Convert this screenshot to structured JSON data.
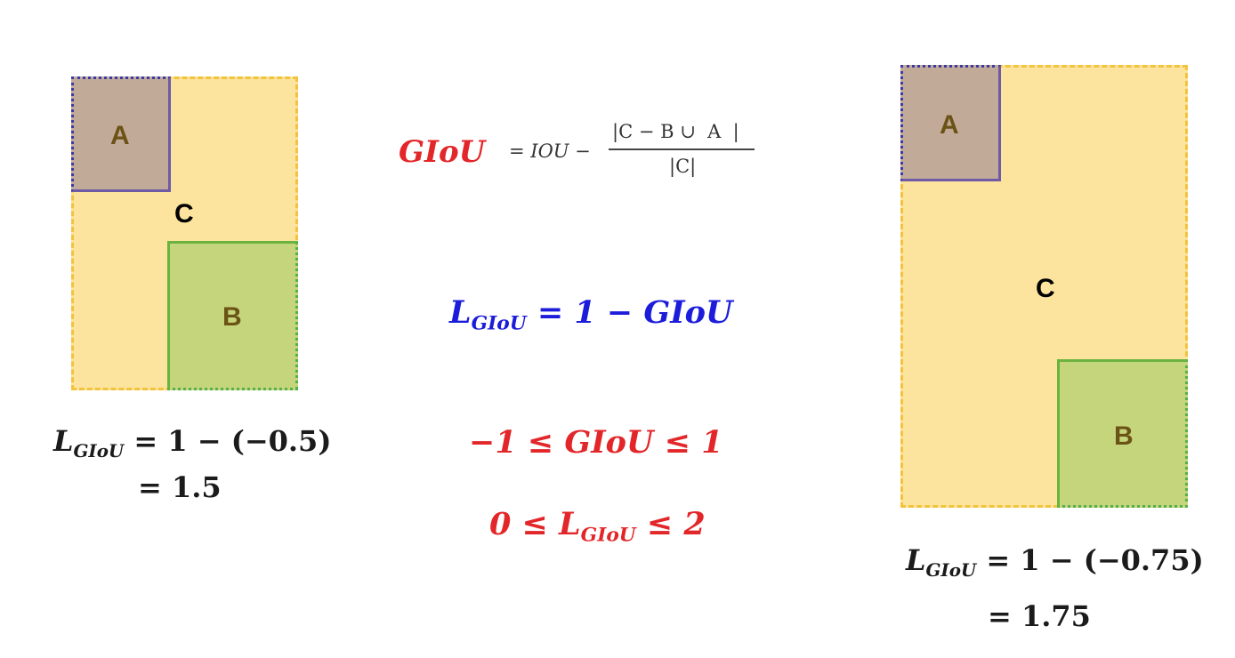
{
  "left_diagram": {
    "label_a": "A",
    "label_b": "B",
    "label_c": "C",
    "loss_line1_sub": "GIoU",
    "loss_line1_rest": " = 1 − (−0.5)",
    "loss_line2": "= 1.5"
  },
  "right_diagram": {
    "label_a": "A",
    "label_b": "B",
    "label_c": "C",
    "loss_line1_sub": "GIoU",
    "loss_line1_rest": " = 1 − (−0.75)",
    "loss_line2": "= 1.75"
  },
  "center": {
    "formula_lhs": "GIoU",
    "formula_rhs": "= IOU −",
    "formula_numerator": "|C − B ∪  A  |",
    "formula_denominator": "|C|",
    "loss_def_L": "L",
    "loss_def_sub": "GIoU",
    "loss_def_rest": " = 1 − GIoU",
    "range_giou": "−1 ≤ GIoU ≤ 1",
    "range_loss_prefix": "0 ≤ L",
    "range_loss_sub": "GIoU",
    "range_loss_suffix": " ≤ 2"
  },
  "colors": {
    "box_c_fill": "#fde49e",
    "box_c_border": "#f2c33c",
    "box_a_fill": "#c2aa99",
    "box_a_border": "#6e5aa5",
    "box_b_fill": "#c5d57b",
    "box_b_border": "#6ab33f",
    "formula_red": "#e32629",
    "formula_blue": "#1c1cdb"
  }
}
